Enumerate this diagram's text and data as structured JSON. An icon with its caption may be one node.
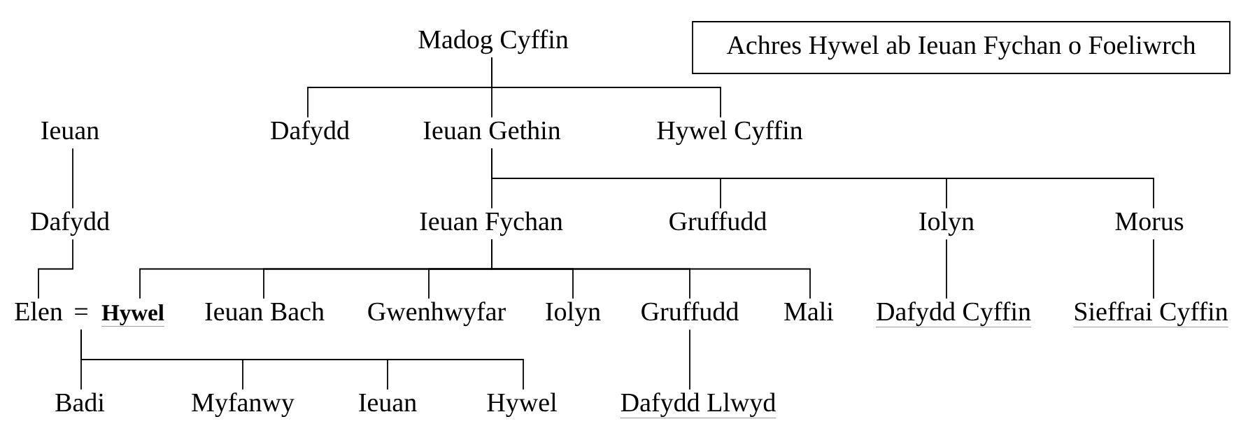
{
  "diagram": {
    "title": "Achres Hywel ab Ieuan Fychan o Foeliwrch",
    "nodes": [
      {
        "text": [
          "Madog Cyffin"
        ]
      },
      {
        "text": [
          "Dafydd"
        ]
      },
      {
        "text": [
          "Ieuan Gethin"
        ]
      },
      {
        "text": [
          "Hywel Cyffin"
        ]
      },
      {
        "text": [
          "Ieuan"
        ]
      },
      {
        "text": [
          "Dafydd"
        ]
      },
      {
        "text": [
          "Ieuan Fychan"
        ]
      },
      {
        "text": [
          "Gruffudd"
        ]
      },
      {
        "text": [
          "Iolyn"
        ]
      },
      {
        "text": [
          "Morus"
        ]
      },
      {
        "text": [
          "Elen"
        ]
      },
      {
        "text": [
          "="
        ]
      },
      {
        "text": [
          "Hywel"
        ]
      },
      {
        "text": [
          "Ieuan Bach"
        ]
      },
      {
        "text": [
          "Gwenhwyfar"
        ]
      },
      {
        "text": [
          "Iolyn"
        ]
      },
      {
        "text": [
          "Gruffudd"
        ]
      },
      {
        "text": [
          "Mali"
        ]
      },
      {
        "text": [
          "Dafydd Cyffin"
        ]
      },
      {
        "text": [
          "Sieffrai Cyffin"
        ]
      },
      {
        "text": [
          "Badi"
        ]
      },
      {
        "text": [
          "Myfanwy"
        ]
      },
      {
        "text": [
          "Ieuan"
        ]
      },
      {
        "text": [
          "Hywel"
        ]
      },
      {
        "text": [
          "Dafydd Llwyd"
        ]
      }
    ],
    "edges": [
      {
        "from": 0,
        "to": 1,
        "arrow": "none"
      },
      {
        "from": 0,
        "to": 2,
        "arrow": "none"
      },
      {
        "from": 0,
        "to": 3,
        "arrow": "none"
      },
      {
        "from": 4,
        "to": 5,
        "arrow": "none"
      },
      {
        "from": 2,
        "to": 6,
        "arrow": "none"
      },
      {
        "from": 2,
        "to": 7,
        "arrow": "none"
      },
      {
        "from": 2,
        "to": 8,
        "arrow": "none"
      },
      {
        "from": 2,
        "to": 9,
        "arrow": "none"
      },
      {
        "from": 5,
        "to": 10,
        "arrow": "none"
      },
      {
        "from": 6,
        "to": 12,
        "arrow": "none"
      },
      {
        "from": 6,
        "to": 13,
        "arrow": "none"
      },
      {
        "from": 6,
        "to": 14,
        "arrow": "none"
      },
      {
        "from": 6,
        "to": 15,
        "arrow": "none"
      },
      {
        "from": 6,
        "to": 16,
        "arrow": "none"
      },
      {
        "from": 6,
        "to": 17,
        "arrow": "none"
      },
      {
        "from": 8,
        "to": 18,
        "arrow": "none"
      },
      {
        "from": 9,
        "to": 19,
        "arrow": "none"
      },
      {
        "from": 11,
        "to": 20,
        "arrow": "none"
      },
      {
        "from": 11,
        "to": 21,
        "arrow": "none"
      },
      {
        "from": 11,
        "to": 22,
        "arrow": "none"
      },
      {
        "from": 11,
        "to": 23,
        "arrow": "none"
      },
      {
        "from": 16,
        "to": 24,
        "arrow": "none"
      }
    ]
  }
}
